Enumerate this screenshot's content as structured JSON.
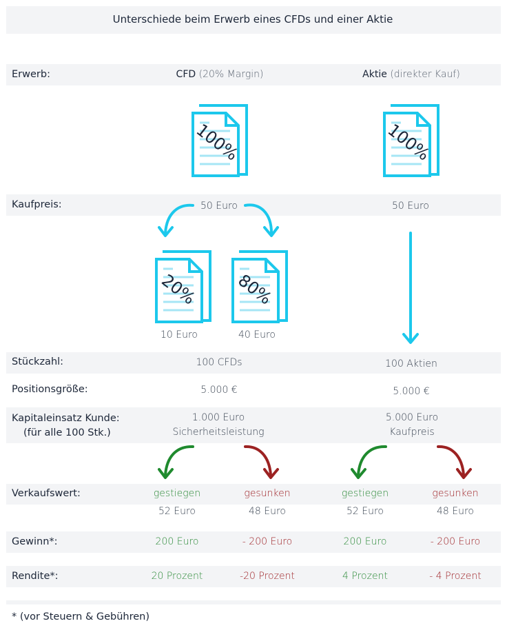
{
  "title": "Unterschiede beim Erwerb eines CFDs und einer Aktie",
  "colors": {
    "accent_cyan": "#1cc8ec",
    "positive": "#2e8b3a",
    "negative": "#a0262a",
    "band": "#f3f4f6"
  },
  "rows": {
    "erwerb": {
      "label": "Erwerb:",
      "cfd_bold": "CFD",
      "cfd_light": "(20% Margin)",
      "aktie_bold": "Aktie",
      "aktie_light": "(direkter Kauf)"
    },
    "kaufpreis": {
      "label": "Kaufpreis:",
      "cfd": "50 Euro",
      "aktie": "50 Euro"
    },
    "split": {
      "left_pct": "20%",
      "left_value": "10 Euro",
      "right_pct": "80%",
      "right_value": "40 Euro"
    },
    "icons": {
      "cfd_pct": "100%",
      "aktie_pct": "100%"
    },
    "stueckzahl": {
      "label": "Stückzahl:",
      "cfd": "100 CFDs",
      "aktie": "100 Aktien"
    },
    "positionsgroesse": {
      "label": "Positionsgröße:",
      "cfd": "5.000 €",
      "aktie": "5.000 €"
    },
    "kapitaleinsatz": {
      "label1": "Kapitaleinsatz Kunde:",
      "label2": "(für alle 100 Stk.)",
      "cfd1": "1.000 Euro",
      "cfd2": "Sicherheitsleistung",
      "aktie1": "5.000 Euro",
      "aktie2": "Kaufpreis"
    },
    "verkaufswert": {
      "label": "Verkaufswert:",
      "cols": [
        {
          "state": "gestiegen",
          "value": "52 Euro"
        },
        {
          "state": "gesunken",
          "value": "48 Euro"
        },
        {
          "state": "gestiegen",
          "value": "52 Euro"
        },
        {
          "state": "gesunken",
          "value": "48 Euro"
        }
      ]
    },
    "gewinn": {
      "label": "Gewinn*:",
      "cols": [
        "200 Euro",
        "- 200 Euro",
        "200 Euro",
        "- 200 Euro"
      ]
    },
    "rendite": {
      "label": "Rendite*:",
      "cols": [
        "20 Prozent",
        "-20 Prozent",
        "4 Prozent",
        "- 4 Prozent"
      ]
    }
  },
  "footnote": "* (vor Steuern & Gebühren)"
}
